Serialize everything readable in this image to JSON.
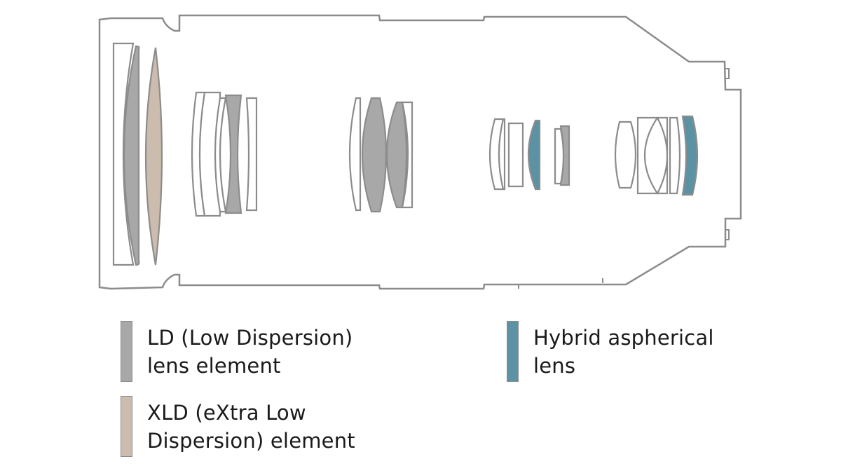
{
  "colors": {
    "outline": "#8c8c8c",
    "ld": "#a8a8a8",
    "xld": "#cbbcad",
    "hybrid_aspherical": "#5b93a4",
    "plain": "#ffffff"
  },
  "legend": [
    {
      "id": "ld",
      "lines": [
        "LD (Low Dispersion)",
        "lens element"
      ]
    },
    {
      "id": "xld",
      "lines": [
        "XLD (eXtra Low",
        "Dispersion) element"
      ]
    },
    {
      "id": "hybrid",
      "lines": [
        "Hybrid aspherical",
        "lens"
      ]
    }
  ],
  "lens_groups": [
    {
      "group": 1,
      "elements": [
        "plain",
        "ld",
        "xld"
      ]
    },
    {
      "group": 2,
      "elements": [
        "plain",
        "plain",
        "ld",
        "plain"
      ]
    },
    {
      "group": 3,
      "elements": [
        "plain",
        "ld",
        "ld"
      ]
    },
    {
      "group": 4,
      "elements": [
        "plain",
        "plain",
        "hybrid_aspherical",
        "ld"
      ]
    },
    {
      "group": 5,
      "elements": [
        "plain",
        "plain",
        "plain",
        "plain",
        "hybrid_aspherical"
      ]
    }
  ]
}
